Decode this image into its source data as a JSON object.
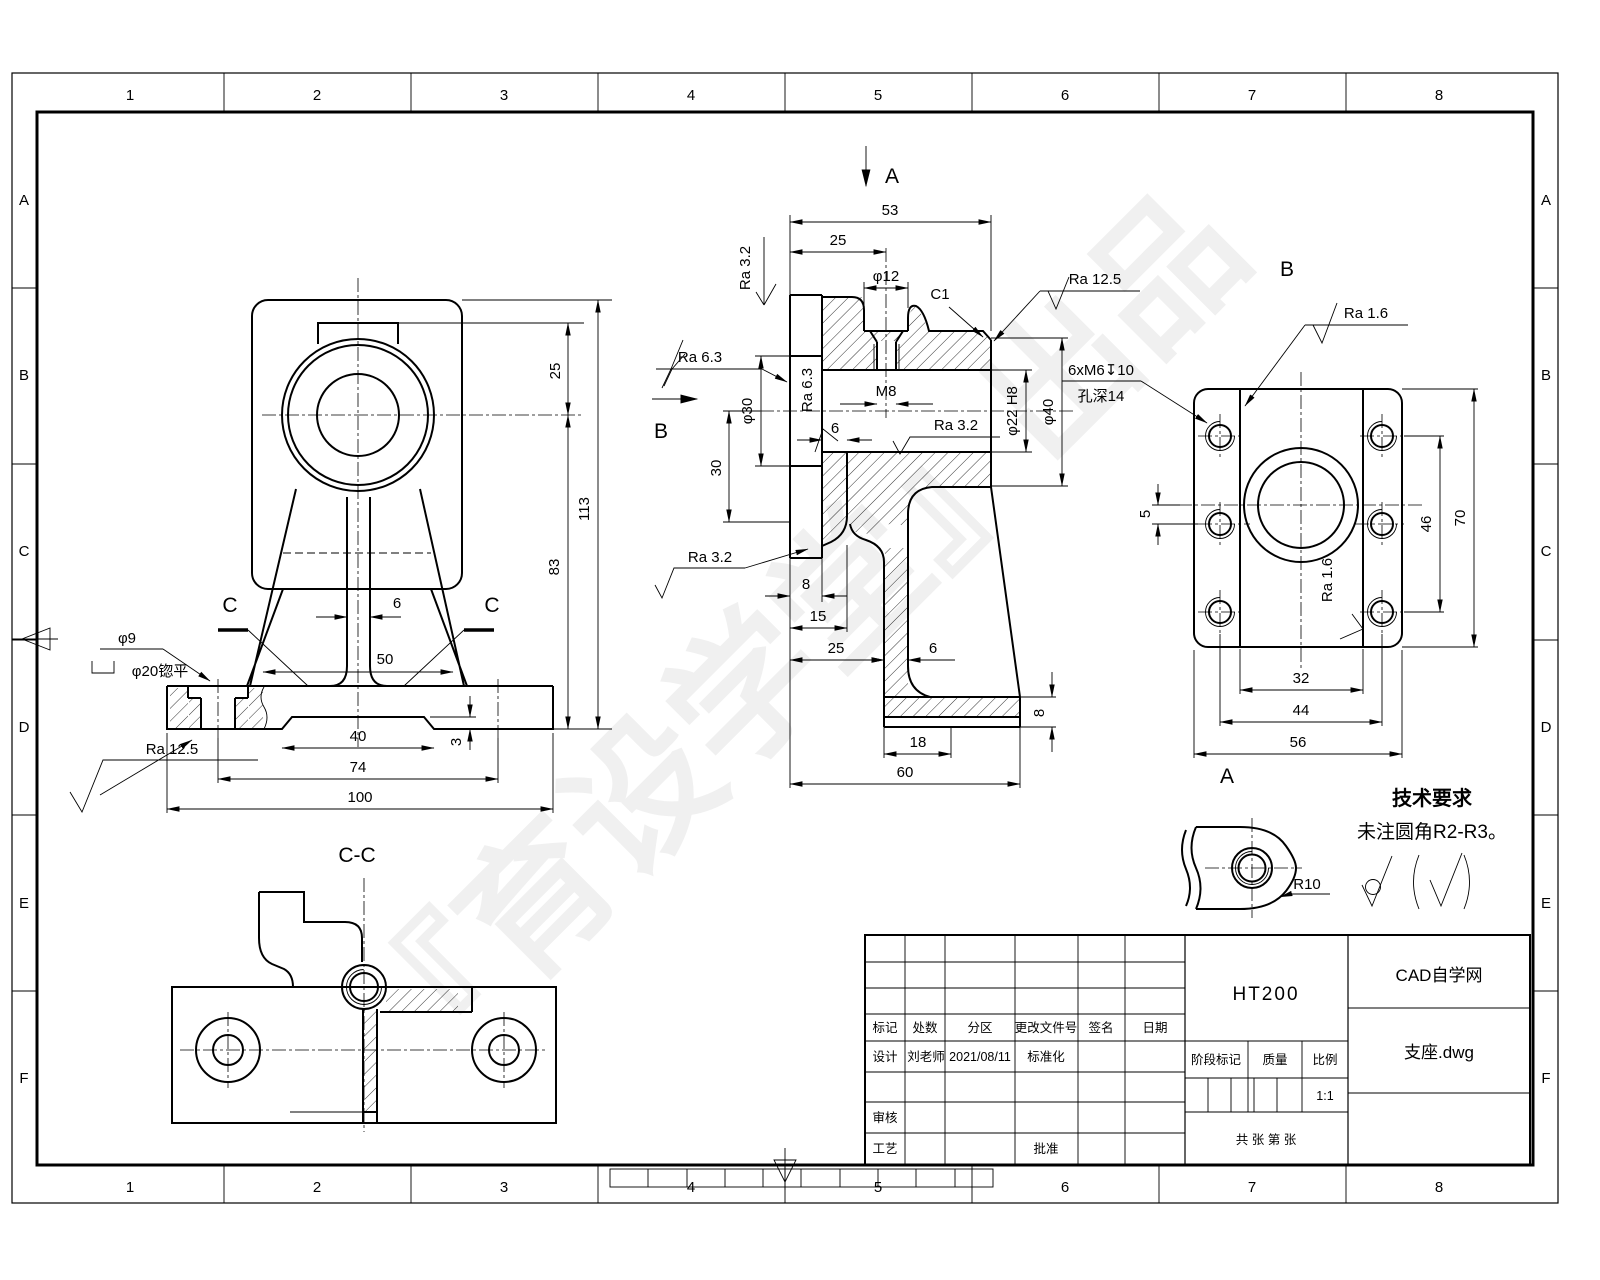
{
  "frame": {
    "cols": [
      "1",
      "2",
      "3",
      "4",
      "5",
      "6",
      "7",
      "8"
    ],
    "rows": [
      "A",
      "B",
      "C",
      "D",
      "E",
      "F"
    ]
  },
  "watermark": "『育设学堂』出品",
  "views": {
    "front": {
      "d25": "25",
      "d113": "113",
      "d83": "83",
      "d6": "6",
      "d50": "50",
      "d40": "40",
      "d74": "74",
      "d100": "100",
      "d3": "3",
      "hole_callout": "φ9",
      "cbore_callout": "φ20锪平",
      "ra_base": "Ra 12.5",
      "section_letter": "C"
    },
    "cc": {
      "title": "C-C"
    },
    "section": {
      "arrow_a": "A",
      "arrow_b": "B",
      "d53": "53",
      "d25": "25",
      "dphi12": "φ12",
      "chamfer": "C1",
      "m8": "M8",
      "dphi30": "φ30",
      "d30": "30",
      "dphi22": "φ22 H8",
      "dphi40": "φ40",
      "d6_face": "6",
      "d8_wall": "8",
      "d15": "15",
      "d25_rib": "25",
      "d6_rib": "6",
      "d8_base": "8",
      "d18": "18",
      "d60": "60",
      "ra_top_left": "Ra 3.2",
      "ra_left": "Ra 6.3",
      "ra_inner": "Ra 6.3",
      "ra_bore": "Ra 3.2",
      "ra_bottom": "Ra 3.2",
      "ra_right": "Ra 12.5"
    },
    "b": {
      "title": "B",
      "ra_top": "Ra 1.6",
      "ra_inner": "Ra 1.6",
      "holes_line1": "6xM6↧10",
      "holes_line2": "孔深14",
      "d5": "5",
      "d46": "46",
      "d70": "70",
      "d32": "32",
      "d44": "44",
      "d56": "56"
    },
    "a": {
      "title": "A",
      "radius": "R10"
    }
  },
  "tech": {
    "title": "技术要求",
    "note": "未注圆角R2-R3。"
  },
  "title_block": {
    "mark": "标记",
    "count": "处数",
    "zone": "分区",
    "doc_no": "更改文件号",
    "sign": "签名",
    "date_h": "日期",
    "design": "设计",
    "designer": "刘老师",
    "date": "2021/08/11",
    "standard": "标准化",
    "review": "审核",
    "process": "工艺",
    "approve": "批准",
    "material": "HT200",
    "stage": "阶段标记",
    "quality": "质量",
    "scale_label": "比例",
    "scale": "1:1",
    "sheets": "共  张    第  张",
    "company": "CAD自学网",
    "file": "支座.dwg"
  }
}
